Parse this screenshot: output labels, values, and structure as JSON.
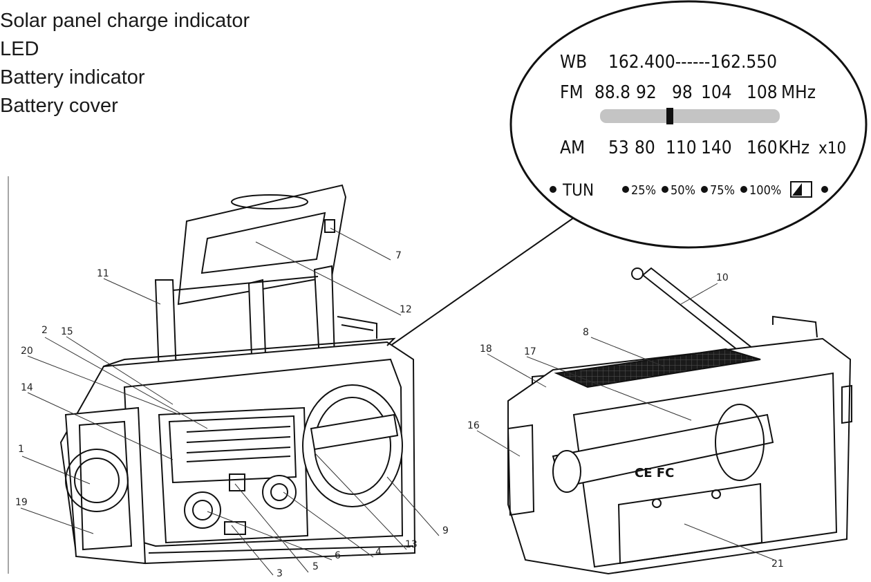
{
  "legend": [
    "Solar panel charge indicator",
    "LED",
    "Battery indicator",
    "Battery cover"
  ],
  "dial": {
    "wb": {
      "label": "WB",
      "range": "162.400------162.550"
    },
    "fm": {
      "label": "FM",
      "values": [
        "88.8",
        "92",
        "98",
        "104",
        "108"
      ],
      "unit": "MHz"
    },
    "am": {
      "label": "AM",
      "values": [
        "53",
        "80",
        "110",
        "140",
        "160"
      ],
      "unit": "KHz",
      "multiplier": "x10"
    },
    "indicators": {
      "tun": "TUN",
      "levels": [
        "25%",
        "50%",
        "75%",
        "100%"
      ]
    }
  },
  "callouts": {
    "c1": "1",
    "c2": "2",
    "c3": "3",
    "c4": "4",
    "c5": "5",
    "c6": "6",
    "c7": "7",
    "c8": "8",
    "c9": "9",
    "c10": "10",
    "c11": "11",
    "c12": "12",
    "c13": "13",
    "c14": "14",
    "c15": "15",
    "c16": "16",
    "c17": "17",
    "c18": "18",
    "c19": "19",
    "c20": "20",
    "c21": "21"
  },
  "badge": "CE FC"
}
